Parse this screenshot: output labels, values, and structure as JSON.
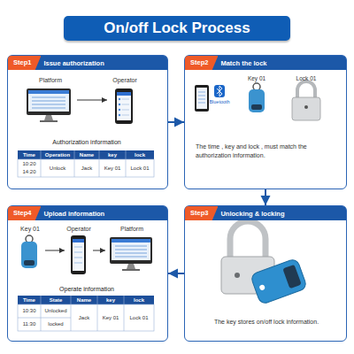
{
  "diagram": {
    "title": "On/off Lock Process",
    "nodes": [
      {
        "text": [
          "Step1",
          "Issue authorization"
        ]
      },
      {
        "text": [
          "Platform"
        ],
        "in": 0
      },
      {
        "text": [
          "Operator"
        ],
        "in": 0
      },
      {
        "text": [
          "Step2",
          "Match the lock",
          "The time , key and lock , must match the authorization information."
        ]
      },
      {
        "text": [
          "Step4",
          "Upload information"
        ]
      },
      {
        "text": [
          "Key 01"
        ],
        "in": 4
      },
      {
        "text": [
          "Operator"
        ],
        "in": 4
      },
      {
        "text": [
          "Platform"
        ],
        "in": 4
      },
      {
        "text": [
          "Step3",
          "Unlocking & locking",
          "The key stores on/off lock information."
        ]
      }
    ],
    "edges": [
      {
        "from": 0,
        "to": 3,
        "arrow": "to"
      },
      {
        "from": 3,
        "to": 8,
        "arrow": "to"
      },
      {
        "from": 8,
        "to": 4,
        "arrow": "to"
      },
      {
        "from": 1,
        "to": 2,
        "arrow": "to"
      },
      {
        "from": 5,
        "to": 6,
        "arrow": "to"
      },
      {
        "from": 6,
        "to": 7,
        "arrow": "to"
      }
    ],
    "labels": [
      "Authorization information",
      "Time",
      "Operation",
      "Name",
      "key",
      "lock",
      "10:20",
      "14:20",
      "Unlock",
      "Jack",
      "Key 01",
      "Lock 01",
      "Bluetooth",
      "Key 01",
      "Lock 01",
      "Operate information",
      "Time",
      "State",
      "Name",
      "key",
      "lock",
      "10:30",
      "Unlocked",
      "11:30",
      "locked",
      "Jack",
      "Key 01",
      "Lock 01"
    ]
  }
}
